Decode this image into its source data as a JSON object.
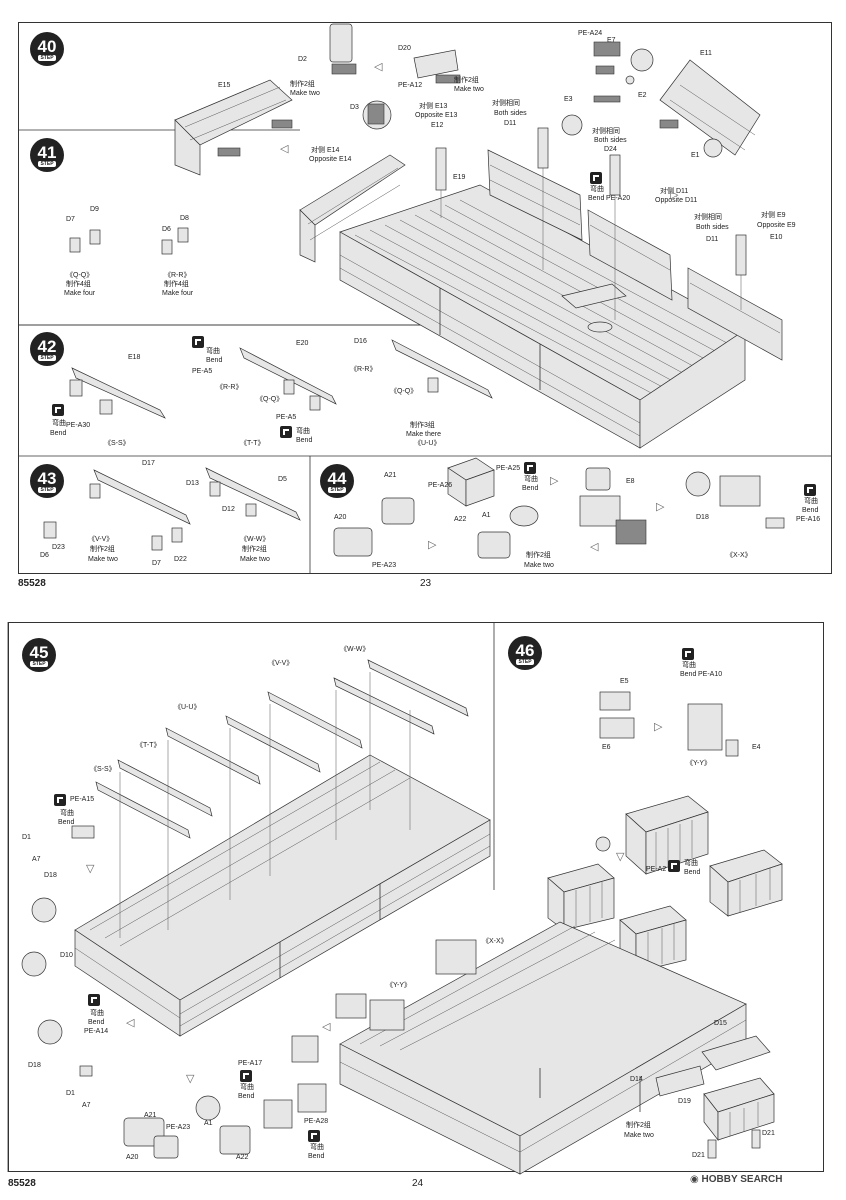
{
  "page_top": {
    "catalog": "85528",
    "page_number": "23",
    "step40": {
      "num": "40",
      "step": "STEP",
      "labels": {
        "e15": "E15",
        "d2": "D2",
        "make_two_cn": "制作2组",
        "make_two": "Make two",
        "d3": "D3",
        "d20": "D20",
        "pe_a12": "PE-A12",
        "make_two_cn2": "制作2组",
        "make_two2": "Make two",
        "pe_a24": "PE-A24",
        "e7": "E7",
        "e3": "E3",
        "e2": "E2",
        "e11": "E11",
        "e1": "E1",
        "opp_e14_cn": "对侧 E14",
        "opp_e14": "Opposite E14",
        "opp_e13_cn": "对侧 E13",
        "opp_e13": "Opposite E13",
        "e12": "E12",
        "both_cn": "对侧相同",
        "both": "Both sides",
        "d11": "D11",
        "both_cn2": "对侧相同",
        "both2": "Both sides",
        "d24": "D24",
        "e19": "E19",
        "bend_cn": "弯曲",
        "bend": "Bend",
        "pe_a20": "PE-A20",
        "opp_d11_cn": "对侧 D11",
        "opp_d11": "Opposite D11",
        "both_cn3": "对侧相同",
        "both3": "Both sides",
        "d11b": "D11",
        "opp_e9_cn": "对侧 E9",
        "opp_e9": "Opposite E9",
        "e10": "E10"
      }
    },
    "step41": {
      "num": "41",
      "step": "STEP",
      "labels": {
        "d7": "D7",
        "d9": "D9",
        "d6": "D6",
        "d8": "D8",
        "qq": "《Q-Q》",
        "make_four_cn": "制作4组",
        "make_four": "Make four",
        "rr": "《R-R》",
        "make_four_cn2": "制作4组",
        "make_four2": "Make four"
      }
    },
    "step42": {
      "num": "42",
      "step": "STEP",
      "labels": {
        "e18": "E18",
        "pe_a30": "PE-A30",
        "bend_cn": "弯曲",
        "bend": "Bend",
        "ss": "《S-S》",
        "bend_cn2": "弯曲",
        "bend2": "Bend",
        "pe_a5": "PE-A5",
        "rr": "《R-R》",
        "e20": "E20",
        "qq": "《Q-Q》",
        "pe_a5b": "PE-A5",
        "bend_cn3": "弯曲",
        "bend3": "Bend",
        "tt": "《T-T》",
        "d16": "D16",
        "rr2": "《R-R》",
        "qq2": "《Q-Q》",
        "make_three_cn": "制作3组",
        "make_three": "Make there",
        "uu": "《U-U》"
      }
    },
    "step43": {
      "num": "43",
      "step": "STEP",
      "labels": {
        "d17": "D17",
        "d6": "D6",
        "d23": "D23",
        "vv": "《V-V》",
        "make_two_cn": "制作2组",
        "make_two": "Make two",
        "d7": "D7",
        "d22": "D22",
        "d13": "D13",
        "d5": "D5",
        "d12": "D12",
        "ww": "《W-W》",
        "make_two_cn2": "制作2组",
        "make_two2": "Make two"
      }
    },
    "step44": {
      "num": "44",
      "step": "STEP",
      "labels": {
        "a21": "A21",
        "a20": "A20",
        "pe_a23": "PE-A23",
        "pe_a26": "PE-A26",
        "pe_a25": "PE-A25",
        "bend_cn": "弯曲",
        "bend": "Bend",
        "a22": "A22",
        "a1": "A1",
        "make_two_cn": "制作2组",
        "make_two": "Make two",
        "e8": "E8",
        "d18": "D18",
        "bend_cn2": "弯曲",
        "bend2": "Bend",
        "pe_a16": "PE-A16",
        "xx": "《X-X》"
      }
    }
  },
  "page_bottom": {
    "catalog": "85528",
    "page_number": "24",
    "watermark": "HOBBY SEARCH",
    "step45": {
      "num": "45",
      "step": "STEP",
      "labels": {
        "ww": "《W-W》",
        "vv": "《V-V》",
        "uu": "《U-U》",
        "tt": "《T-T》",
        "ss": "《S-S》",
        "pe_a15": "PE-A15",
        "bend_cn": "弯曲",
        "bend": "Bend",
        "d1": "D1",
        "a7": "A7",
        "d18": "D18",
        "d10": "D10",
        "bend_cn2": "弯曲",
        "bend2": "Bend",
        "pe_a14": "PE-A14",
        "d18b": "D18",
        "d1b": "D1",
        "a7b": "A7"
      }
    },
    "step46": {
      "num": "46",
      "step": "STEP",
      "labels": {
        "e5": "E5",
        "e6": "E6",
        "bend_cn": "弯曲",
        "bend": "Bend",
        "pe_a10": "PE-A10",
        "e4": "E4",
        "yy": "《Y-Y》",
        "pe_a2": "PE-A2",
        "bend_cn2": "弯曲",
        "bend2": "Bend",
        "xx": "《X-X》",
        "yy2": "《Y-Y》",
        "pe_a17": "PE-A17",
        "bend_cn3": "弯曲",
        "bend3": "Bend",
        "pe_a28": "PE-A28",
        "bend_cn4": "弯曲",
        "bend4": "Bend",
        "a1": "A1",
        "a21": "A21",
        "pe_a23": "PE-A23",
        "a20": "A20",
        "a22": "A22",
        "d15": "D15",
        "d14": "D14",
        "d19": "D19",
        "make_two_cn": "制作2组",
        "make_two": "Make two",
        "d21": "D21",
        "d21b": "D21"
      }
    }
  }
}
